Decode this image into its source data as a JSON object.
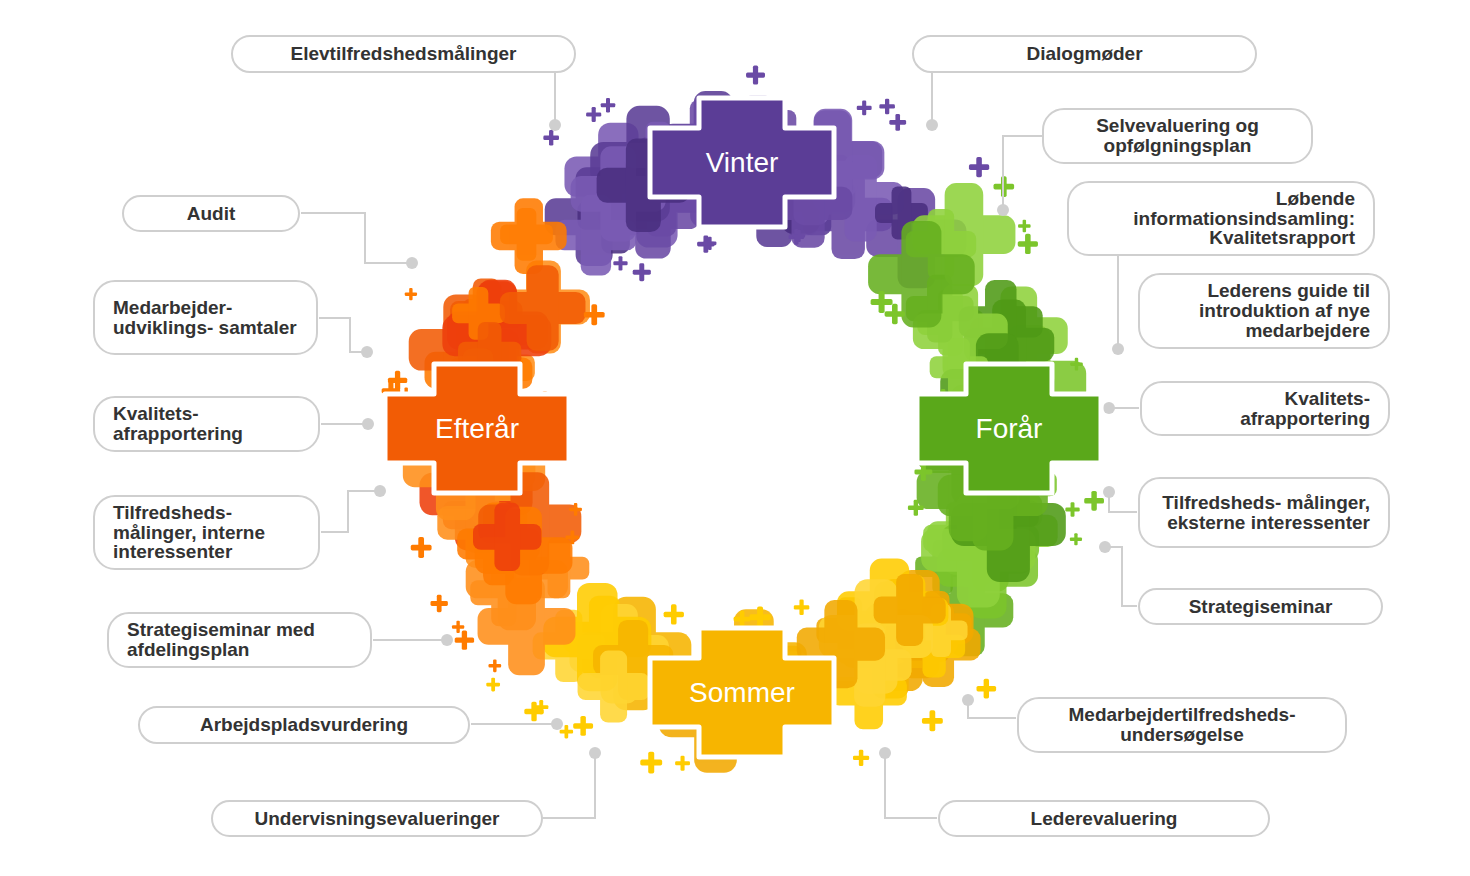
{
  "diagram": {
    "nodes": [
      {
        "text": [
          "Elevtilfredshedsmålinger"
        ]
      },
      {
        "text": [
          "Dialogmøder"
        ]
      },
      {
        "text": [
          "Vinter"
        ]
      },
      {
        "text": [
          "Selvevaluering og opfølgningsplan"
        ]
      },
      {
        "text": [
          "Audit"
        ]
      },
      {
        "text": [
          "Løbende informationsindsamling: Kvalitetsrapport"
        ]
      },
      {
        "text": [
          "Lederens guide til introduktion af nye medarbejdere"
        ]
      },
      {
        "text": [
          "Medarbejder- udviklings- samtaler"
        ]
      },
      {
        "text": [
          "Efterår"
        ]
      },
      {
        "text": [
          "Forår"
        ]
      },
      {
        "text": [
          "Kvalitets- afrapportering"
        ]
      },
      {
        "text": [
          "Kvalitets- afrapportering"
        ]
      },
      {
        "text": [
          "Tilfredsheds- målinger, interne interessenter"
        ]
      },
      {
        "text": [
          "Tilfredsheds- målinger, eksterne interessenter"
        ]
      },
      {
        "text": [
          "Strategiseminar"
        ]
      },
      {
        "text": [
          "Strategiseminar med afdelingsplan"
        ]
      },
      {
        "text": [
          "Sommer"
        ]
      },
      {
        "text": [
          "Medarbejdertilfredsheds- undersøgelse"
        ]
      },
      {
        "text": [
          "Arbejdspladsvurdering"
        ]
      },
      {
        "text": [
          "Undervisningsevalueringer"
        ]
      },
      {
        "text": [
          "Lederevaluering"
        ]
      }
    ]
  }
}
